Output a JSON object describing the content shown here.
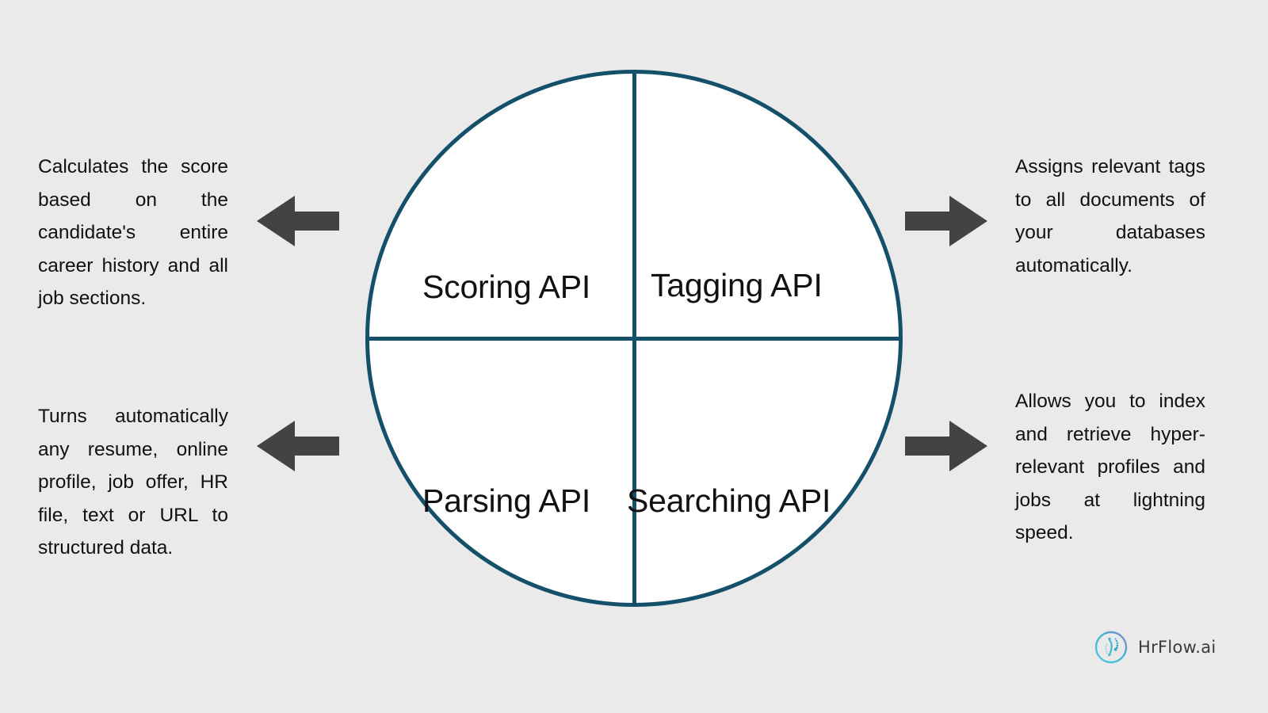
{
  "page": {
    "background_color": "#eaeaea",
    "accent_color": "#15506a",
    "arrow_color": "#434343",
    "text_color": "#111111"
  },
  "diagram": {
    "type": "quadrant-circle",
    "title": "HrFlow.ai API quadrants",
    "quadrants": [
      {
        "id": "scoring",
        "position": "top-left",
        "label": "Scoring API"
      },
      {
        "id": "tagging",
        "position": "top-right",
        "label": "Tagging API"
      },
      {
        "id": "parsing",
        "position": "bottom-left",
        "label": "Parsing API"
      },
      {
        "id": "searching",
        "position": "bottom-right",
        "label": "Searching API"
      }
    ]
  },
  "descriptions": {
    "scoring": "Calculates the score based on the candidate's entire career history and all job sections.",
    "tagging": "Assigns relevant tags to all documents of your databases automatically.",
    "parsing": "Turns automatically any resume, online profile, job offer, HR file, text or URL to structured data.",
    "searching": "Allows you to index and retrieve hyper-relevant profiles and jobs at lightning speed."
  },
  "arrows": {
    "scoring": {
      "direction": "left",
      "icon": "arrow-left-icon"
    },
    "parsing": {
      "direction": "left",
      "icon": "arrow-left-icon"
    },
    "tagging": {
      "direction": "right",
      "icon": "arrow-right-icon"
    },
    "searching": {
      "direction": "right",
      "icon": "arrow-right-icon"
    }
  },
  "logo": {
    "wordmark": "HrFlow.ai",
    "icon": "hrflow-circle-icon",
    "colors": {
      "ring_start": "#3fc0d8",
      "ring_end": "#7b6fc0",
      "dots": "#2fa8c8"
    }
  }
}
